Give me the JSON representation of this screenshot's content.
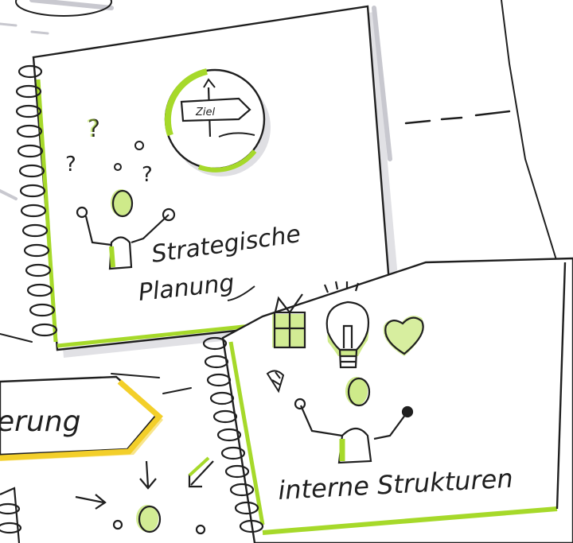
{
  "notebook_top": {
    "label_line1": "Strategische",
    "label_line2": "Planung",
    "signpost_text": "Ziel"
  },
  "notebook_bottom": {
    "label": "interne Strukturen"
  },
  "arrow_banner": {
    "label": "erung"
  },
  "colors": {
    "ink": "#1f1f1f",
    "accent_green": "#a6d92a",
    "accent_yellow": "#f3cf2a",
    "shadow_grey": "#b9b9c2"
  },
  "icons": [
    "question-mark-icon",
    "signpost-icon",
    "lightbulb-icon",
    "gift-icon",
    "heart-icon",
    "person-icon",
    "arrow-icon"
  ]
}
